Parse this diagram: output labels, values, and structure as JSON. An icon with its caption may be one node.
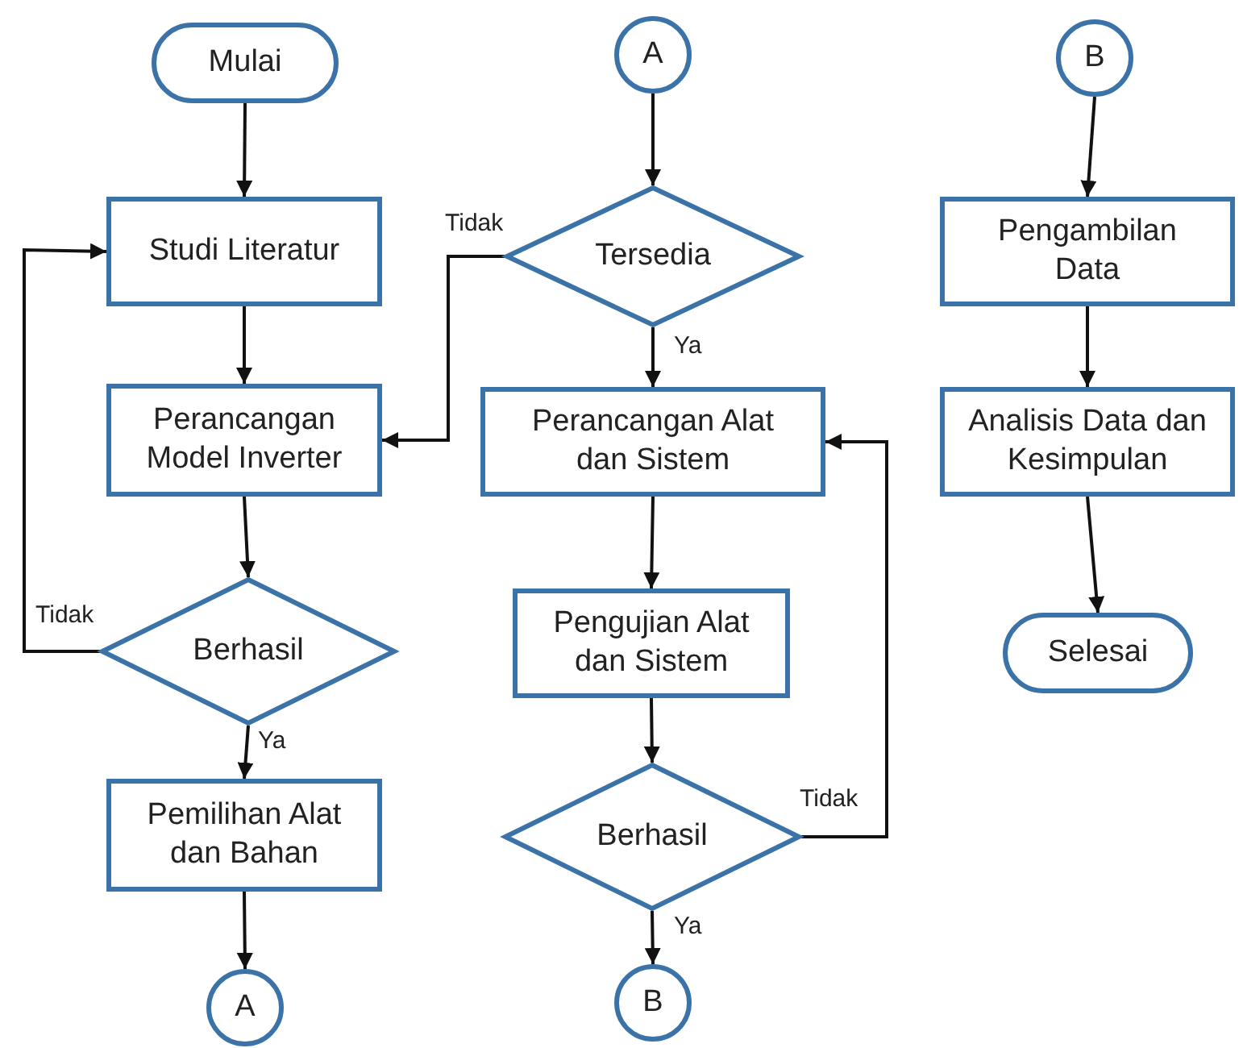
{
  "diagram": {
    "nodes": [
      {
        "text": [
          "Mulai"
        ]
      },
      {
        "text": [
          "Studi Literatur"
        ]
      },
      {
        "text": [
          "Perancangan Model Inverter"
        ]
      },
      {
        "text": [
          "Berhasil"
        ]
      },
      {
        "text": [
          "Pemilihan Alat dan Bahan"
        ]
      },
      {
        "text": [
          "A"
        ]
      },
      {
        "text": [
          "A"
        ]
      },
      {
        "text": [
          "Tersedia"
        ]
      },
      {
        "text": [
          "Perancangan Alat dan Sistem"
        ]
      },
      {
        "text": [
          "Pengujian Alat dan Sistem"
        ]
      },
      {
        "text": [
          "Berhasil"
        ]
      },
      {
        "text": [
          "B"
        ]
      },
      {
        "text": [
          "B"
        ]
      },
      {
        "text": [
          "Pengambilan Data"
        ]
      },
      {
        "text": [
          "Analisis Data dan Kesimpulan"
        ]
      },
      {
        "text": [
          "Selesai"
        ]
      }
    ],
    "edges": [
      {
        "from": 0,
        "to": 1,
        "arrow": "to"
      },
      {
        "from": 1,
        "to": 2,
        "arrow": "to"
      },
      {
        "from": 2,
        "to": 3,
        "arrow": "to"
      },
      {
        "from": 3,
        "to": 4,
        "arrow": "to",
        "label": "Ya"
      },
      {
        "from": 3,
        "to": 1,
        "arrow": "to",
        "label": "Tidak"
      },
      {
        "from": 4,
        "to": 5,
        "arrow": "to"
      },
      {
        "from": 6,
        "to": 7,
        "arrow": "to"
      },
      {
        "from": 7,
        "to": 2,
        "arrow": "to",
        "label": "Tidak"
      },
      {
        "from": 7,
        "to": 8,
        "arrow": "to",
        "label": "Ya"
      },
      {
        "from": 8,
        "to": 9,
        "arrow": "to"
      },
      {
        "from": 9,
        "to": 10,
        "arrow": "to"
      },
      {
        "from": 10,
        "to": 8,
        "arrow": "to",
        "label": "Tidak"
      },
      {
        "from": 10,
        "to": 11,
        "arrow": "to",
        "label": "Ya"
      },
      {
        "from": 12,
        "to": 13,
        "arrow": "to"
      },
      {
        "from": 13,
        "to": 14,
        "arrow": "to"
      },
      {
        "from": 14,
        "to": 15,
        "arrow": "to"
      }
    ]
  }
}
